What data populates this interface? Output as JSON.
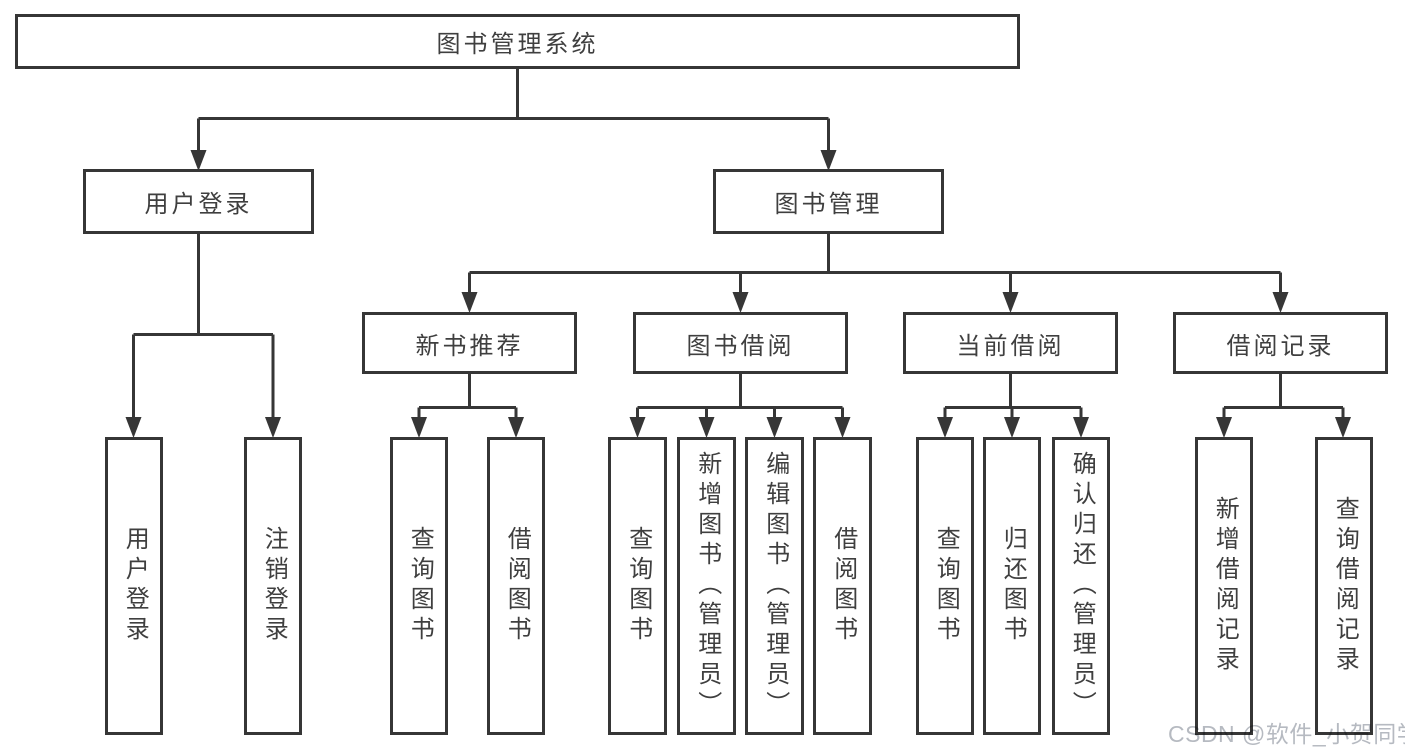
{
  "diagram": {
    "tree": {
      "label": "图书管理系统",
      "children": [
        {
          "label": "用户登录",
          "children": [
            {
              "label": "用户登录"
            },
            {
              "label": "注销登录"
            }
          ]
        },
        {
          "label": "图书管理",
          "children": [
            {
              "label": "新书推荐",
              "children": [
                {
                  "label": "查询图书"
                },
                {
                  "label": "借阅图书"
                }
              ]
            },
            {
              "label": "图书借阅",
              "children": [
                {
                  "label": "查询图书"
                },
                {
                  "label": "新增图书（管理员）"
                },
                {
                  "label": "编辑图书（管理员）"
                },
                {
                  "label": "借阅图书"
                }
              ]
            },
            {
              "label": "当前借阅",
              "children": [
                {
                  "label": "查询图书"
                },
                {
                  "label": "归还图书"
                },
                {
                  "label": "确认归还（管理员）"
                }
              ]
            },
            {
              "label": "借阅记录",
              "children": [
                {
                  "label": "新增借阅记录"
                },
                {
                  "label": "查询借阅记录"
                }
              ]
            }
          ]
        }
      ]
    },
    "colors": {
      "line": "#363636",
      "text": "#3f3f3f",
      "background": "#ffffff",
      "watermark": "#b6bac1"
    }
  },
  "watermark": {
    "text": "CSDN @软件_小贺同学"
  }
}
